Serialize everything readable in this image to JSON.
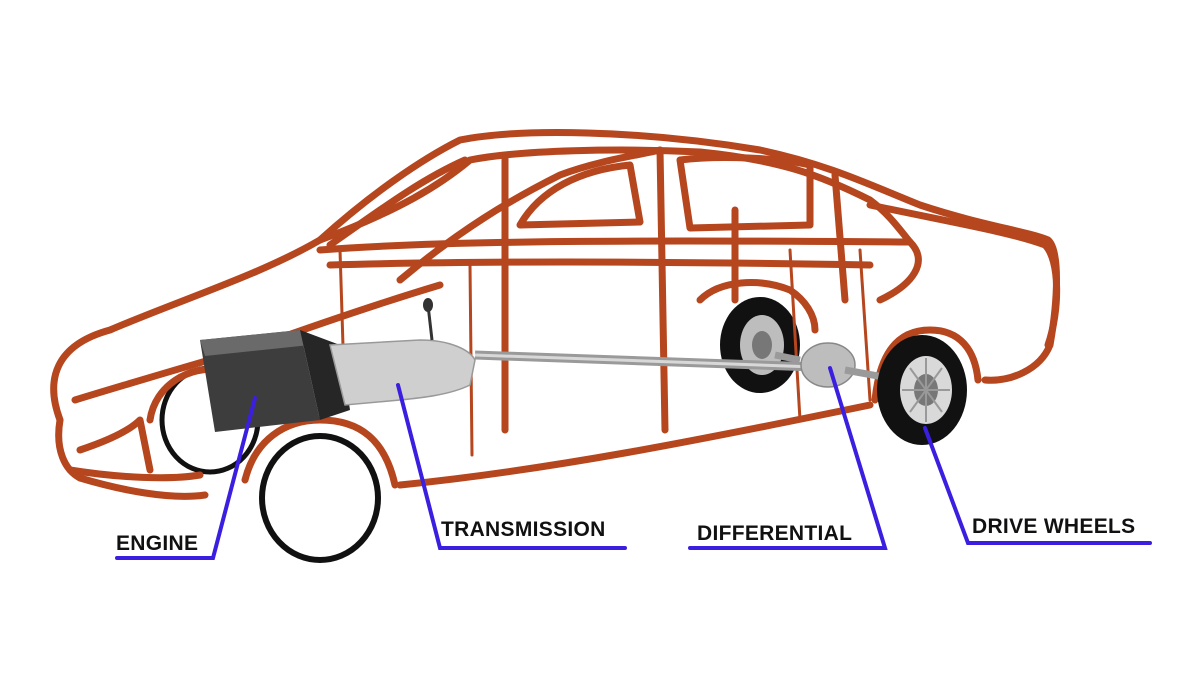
{
  "labels": {
    "engine": "ENGINE",
    "transmission": "TRANSMISSION",
    "differential": "DIFFERENTIAL",
    "drive_wheels": "DRIVE WHEELS"
  },
  "colors": {
    "frame": "#b5461e",
    "leader": "#3a1fe0",
    "text": "#111111",
    "engine": "#3d3d3d",
    "transmission": "#cfcfcf",
    "tire": "#111111"
  }
}
